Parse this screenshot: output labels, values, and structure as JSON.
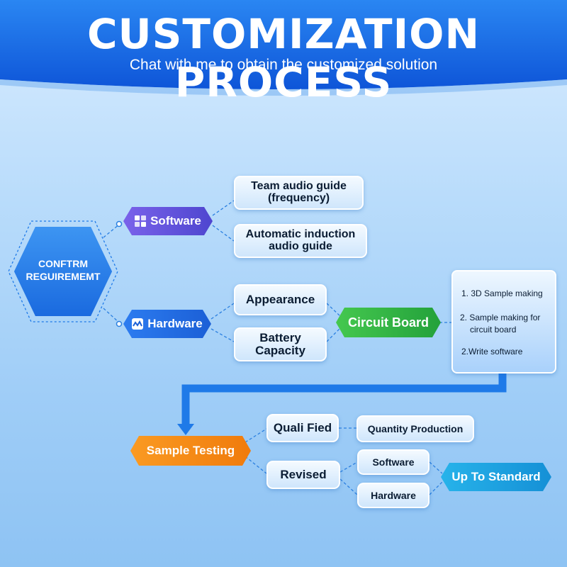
{
  "header": {
    "title": "CUSTOMIZATION PROCESS",
    "subtitle": "Chat with me to obtain the customized solution"
  },
  "hub": {
    "label_line1": "CONFTRM",
    "label_line2": "REGUIREMEMT"
  },
  "branches": {
    "software": {
      "label": "Software",
      "icon": "grid-icon",
      "items": [
        {
          "line1": "Team audio guide",
          "line2": "(frequency)"
        },
        {
          "line1": "Automatic induction",
          "line2": "audio guide"
        }
      ]
    },
    "hardware": {
      "label": "Hardware",
      "icon": "wave-icon",
      "items": [
        {
          "line1": "Appearance",
          "line2": ""
        },
        {
          "line1": "Battery",
          "line2": "Capacity"
        }
      ]
    }
  },
  "circuit_board": {
    "label": "Circuit Board"
  },
  "steps": {
    "step1": "1. 3D Sample making",
    "step2_line1": "2. Sample making for",
    "step2_line2": "circuit board",
    "step3": "2.Write software"
  },
  "testing": {
    "label": "Sample Testing",
    "qualified": "Quali Fied",
    "quantity_production": "Quantity Production",
    "revised": "Revised",
    "revised_software": "Software",
    "revised_hardware": "Hardware",
    "up_to_standard": "Up To Standard"
  },
  "colors": {
    "header_blue": "#1565e0",
    "software_purple": "#5b4fd6",
    "hardware_blue": "#1f6fe0",
    "circuit_green": "#2fb344",
    "testing_orange": "#f58a12",
    "standard_cyan": "#1aa3e0",
    "flow_arrow": "#1f7ae8"
  }
}
